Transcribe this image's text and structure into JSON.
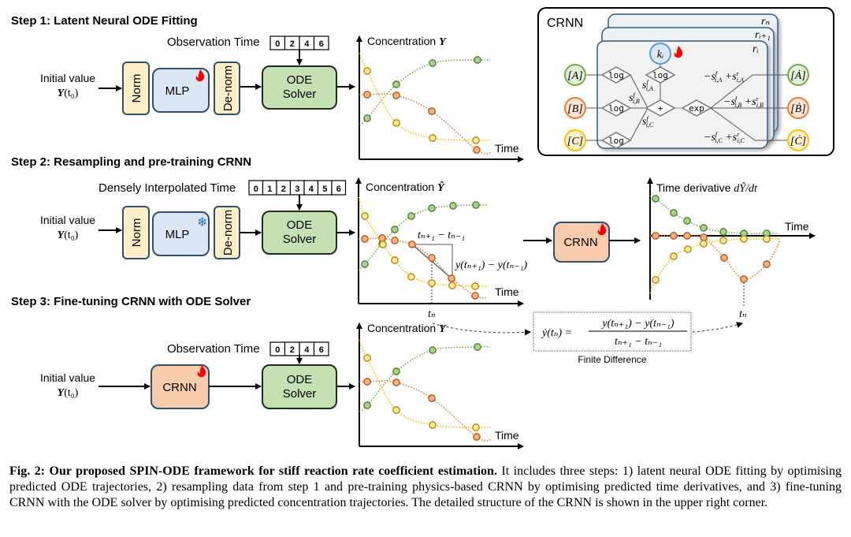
{
  "steps": {
    "step1": "Step 1: Latent Neural ODE Fitting",
    "step2": "Step 2: Resampling and pre-training CRNN",
    "step3": "Step 3: Fine-tuning CRNN with ODE Solver"
  },
  "labels": {
    "initial_value": "Initial value",
    "y_sym": "Y",
    "y_arg": "(t₀)",
    "norm": "Norm",
    "mlp": "MLP",
    "denorm": "De-norm",
    "ode_line1": "ODE",
    "ode_line2": "Solver",
    "crnn": "CRNN",
    "observation_time": "Observation Time",
    "dense_time": "Densely Interpolated Time",
    "obs_times": [
      "0",
      "2",
      "4",
      "6"
    ],
    "dense_times": [
      "0",
      "1",
      "2",
      "3",
      "4",
      "5",
      "6"
    ],
    "dense_interpolated_flags": [
      false,
      true,
      false,
      true,
      false,
      true,
      false
    ],
    "concentration": "Concentration",
    "conc_sym": "Y",
    "conc_hat_sym": "Ŷ",
    "time": "Time",
    "time_derivative": "Time derivative",
    "dydt": "dŶ/dt",
    "tn": "tₙ",
    "dt_label": "tₙ₊₁ − tₙ₋₁",
    "dy_label": "y(tₙ₊₁) − y(tₙ₋₁)",
    "fd_lhs": "ẏ(tₙ) =",
    "fd_num": "y(tₙ₊₁) − y(tₙ₋₁)",
    "fd_den": "tₙ₊₁ − tₙ₋₁",
    "finite_difference": "Finite Difference"
  },
  "icons": {
    "trainable": "flame-icon",
    "frozen": "snowflake-icon",
    "snowflake_glyph": "❄"
  },
  "crnn_panel": {
    "title": "CRNN",
    "cards": [
      "rₙ",
      "rᵢ₊₁",
      "rᵢ"
    ],
    "k": "kᵢ",
    "inputs": [
      "[A]",
      "[B]",
      "[C]"
    ],
    "outputs": [
      "[Ȧ]",
      "[Ḃ]",
      "[Ċ]"
    ],
    "log": "log",
    "plus": "+",
    "exp": "exp",
    "in_weights": [
      {
        "base": "s",
        "sup": "f",
        "sub": "i,A"
      },
      {
        "base": "s",
        "sup": "f",
        "sub": "i,B"
      },
      {
        "base": "s",
        "sup": "f",
        "sub": "i,C"
      }
    ],
    "out_weights": [
      {
        "a": "−s",
        "asup": "f",
        "asub": "i,A",
        "b": " +s",
        "bsup": "r",
        "bsub": "i,A"
      },
      {
        "a": "−s",
        "asup": "f",
        "asub": "i,B",
        "b": " +s",
        "bsup": "r",
        "bsub": "i,B"
      },
      {
        "a": "−s",
        "asup": "f",
        "asub": "i,C",
        "b": " +s",
        "bsup": "r",
        "bsub": "i,C"
      }
    ]
  },
  "colors": {
    "species_a": "#70ad47",
    "species_b": "#ed7d31",
    "species_c": "#ffc000",
    "norm_fill": "#fdf0c8",
    "mlp_fill": "#dbe7f4",
    "ode_fill": "#c5e0b3",
    "crnn_fill": "#f8cbad",
    "box_border": "#2f4f6f",
    "flame": "#ff0000",
    "interpolated_time": "#ff0000"
  },
  "caption": {
    "bold": "Fig. 2: Our proposed SPIN-ODE framework for stiff reaction rate coefficient estimation.",
    "text": " It includes three steps: 1) latent neural ODE fitting by optimising predicted ODE trajectories, 2) resampling data from step 1 and pre-training physics-based CRNN by optimising predicted time derivatives, and 3) fine-tuning CRNN with the ODE solver by optimising predicted concentration trajectories. The detailed structure of the CRNN is shown in the upper right corner."
  }
}
